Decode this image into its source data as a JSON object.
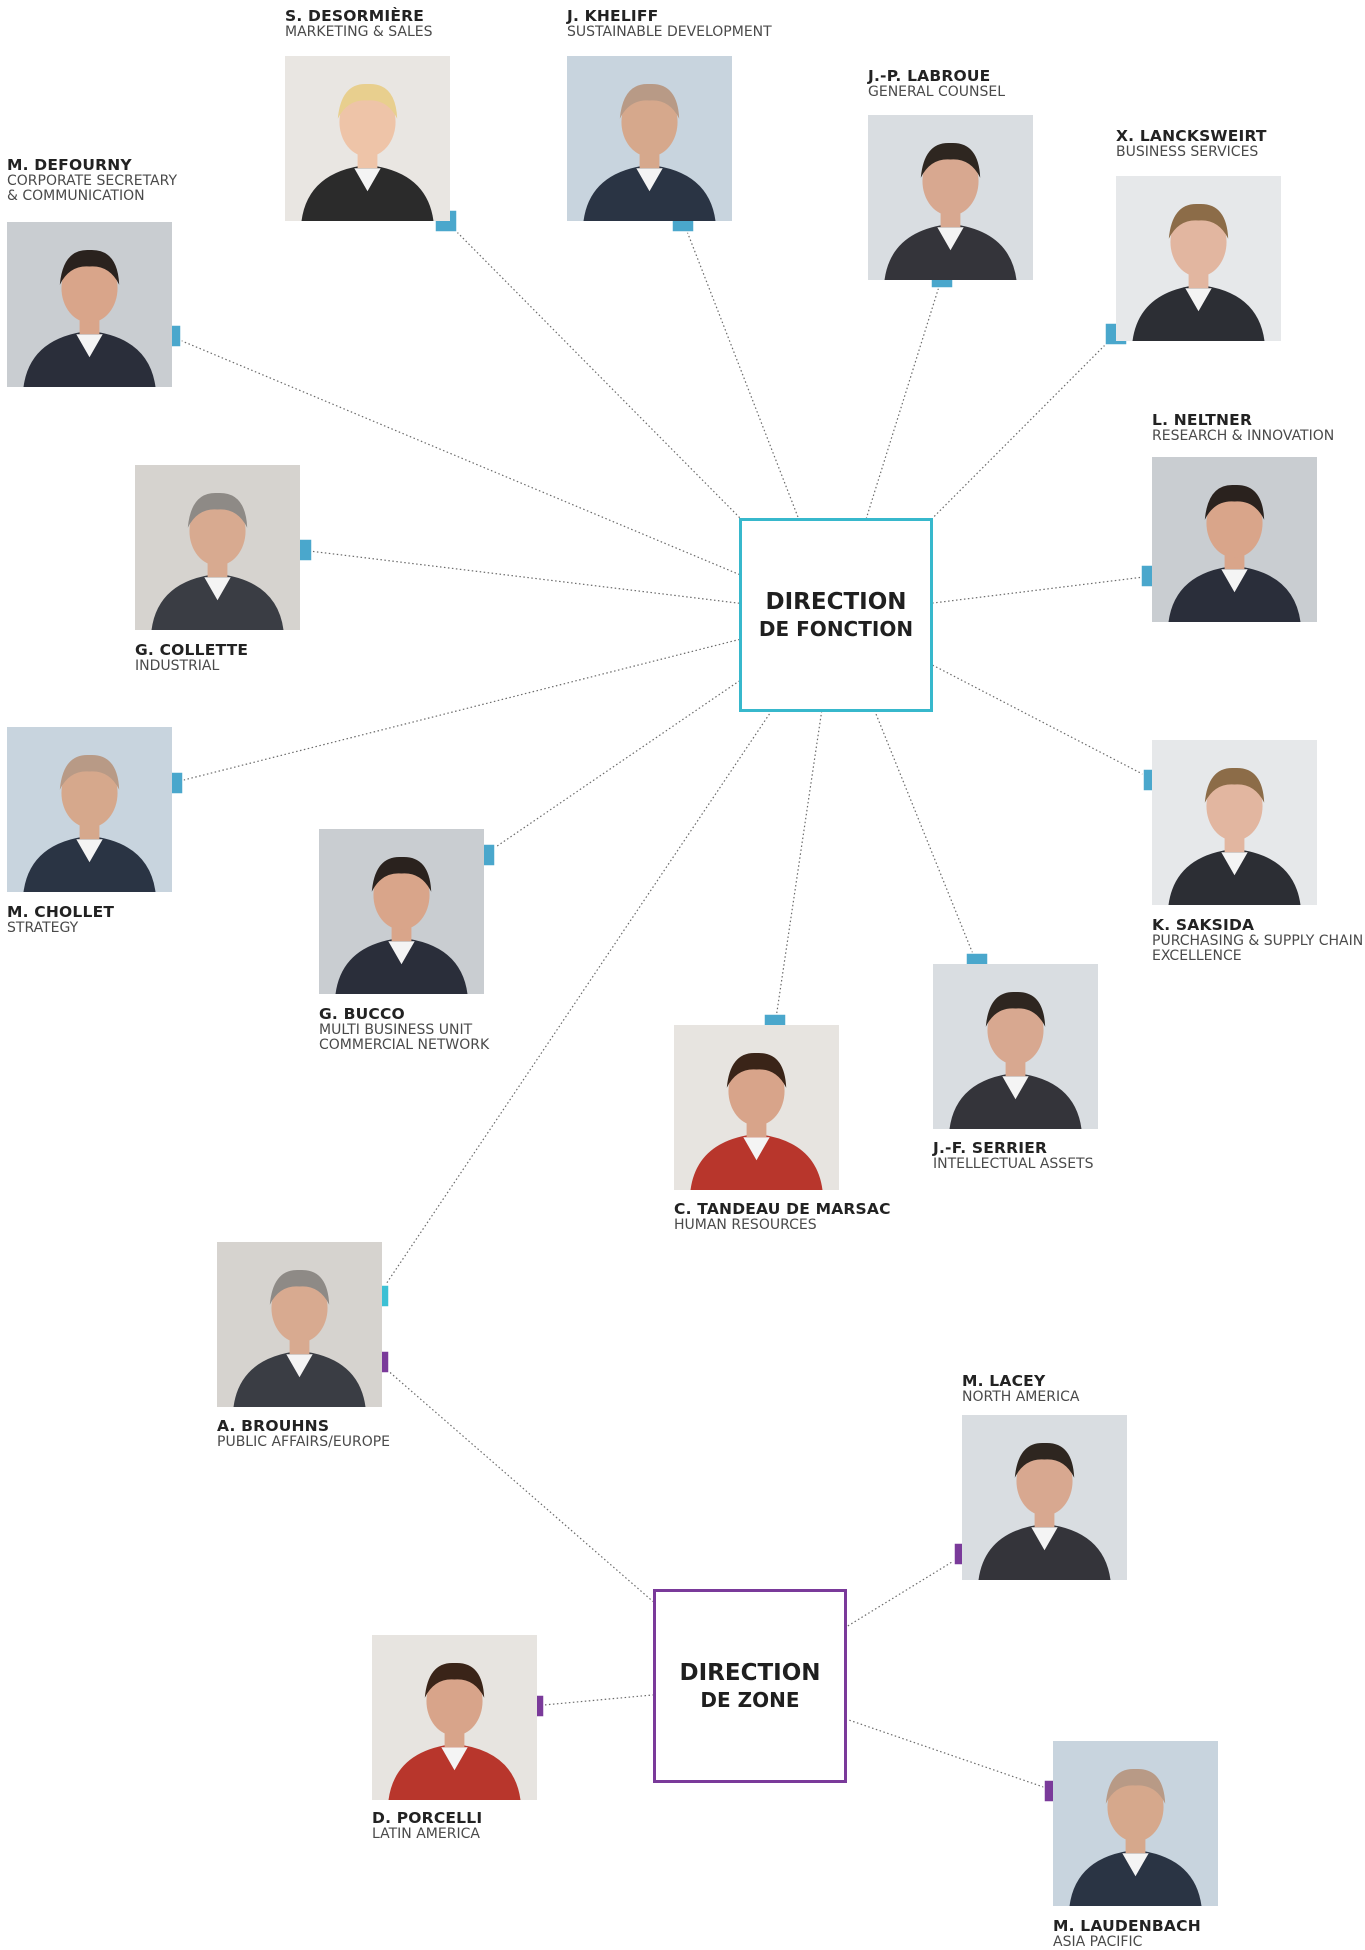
{
  "colors": {
    "fonction": "#4aa7cc",
    "fonction_border": "#37b8cc",
    "bridge": "#3cc0d4",
    "zone": "#7a3a9a"
  },
  "hubs": {
    "fonction": {
      "line1": "DIRECTION",
      "line2": "DE FONCTION"
    },
    "zone": {
      "line1": "DIRECTION",
      "line2": "DE ZONE"
    }
  },
  "people": [
    {
      "id": "desormiere",
      "name": "S. DESORMIÈRE",
      "role": "MARKETING & SALES",
      "hub": "fonction",
      "photo_tone": "blonde-woman"
    },
    {
      "id": "kheliff",
      "name": "J. KHELIFF",
      "role": "SUSTAINABLE DEVELOPMENT",
      "hub": "fonction",
      "photo_tone": "bald-man"
    },
    {
      "id": "labroue",
      "name": "J.-P. LABROUE",
      "role": "GENERAL COUNSEL",
      "hub": "fonction",
      "photo_tone": "glasses-man"
    },
    {
      "id": "lancksweirt",
      "name": "X. LANCKSWEIRT",
      "role": "BUSINESS SERVICES",
      "hub": "fonction",
      "photo_tone": "light-man"
    },
    {
      "id": "defourny",
      "name": "M. DEFOURNY",
      "role": "CORPORATE SECRETARY\n& COMMUNICATION",
      "hub": "fonction",
      "photo_tone": "dark-hair-man"
    },
    {
      "id": "neltner",
      "name": "L. NELTNER",
      "role": "RESEARCH & INNOVATION",
      "hub": "fonction",
      "photo_tone": "dark-hair-man"
    },
    {
      "id": "collette",
      "name": "G. COLLETTE",
      "role": "INDUSTRIAL",
      "hub": "fonction",
      "photo_tone": "grey-man"
    },
    {
      "id": "chollet",
      "name": "M. CHOLLET",
      "role": "STRATEGY",
      "hub": "fonction",
      "photo_tone": "bald-man"
    },
    {
      "id": "saksida",
      "name": "K. SAKSIDA",
      "role": "PURCHASING & SUPPLY CHAIN\nEXCELLENCE",
      "hub": "fonction",
      "photo_tone": "light-man"
    },
    {
      "id": "bucco",
      "name": "G. BUCCO",
      "role": "MULTI BUSINESS UNIT\nCOMMERCIAL NETWORK",
      "hub": "fonction",
      "photo_tone": "dark-hair-man"
    },
    {
      "id": "serrier",
      "name": "J.-F. SERRIER",
      "role": "INTELLECTUAL ASSETS",
      "hub": "fonction",
      "photo_tone": "glasses-man"
    },
    {
      "id": "tandeau",
      "name": "C. TANDEAU DE MARSAC",
      "role": "HUMAN RESOURCES",
      "hub": "fonction",
      "photo_tone": "brunette-woman"
    },
    {
      "id": "brouhns",
      "name": "A. BROUHNS",
      "role": "PUBLIC AFFAIRS/EUROPE",
      "hub": "both",
      "photo_tone": "grey-man"
    },
    {
      "id": "lacey",
      "name": "M. LACEY",
      "role": "NORTH AMERICA",
      "hub": "zone",
      "photo_tone": "glasses-man"
    },
    {
      "id": "porcelli",
      "name": "D. PORCELLI",
      "role": "LATIN AMERICA",
      "hub": "zone",
      "photo_tone": "brunette-woman"
    },
    {
      "id": "laudenbach",
      "name": "M. LAUDENBACH",
      "role": "ASIA PACIFIC",
      "hub": "zone",
      "photo_tone": "bald-man"
    }
  ]
}
